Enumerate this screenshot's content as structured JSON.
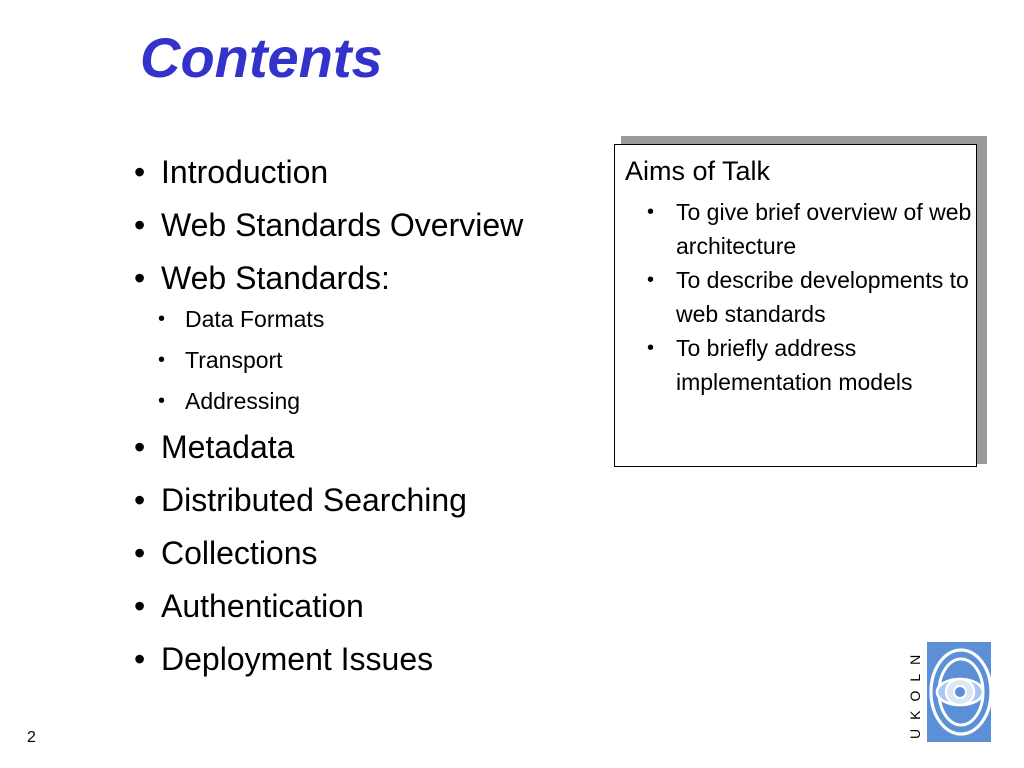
{
  "slide": {
    "title": "Contents",
    "page_number": "2"
  },
  "contents": {
    "items": [
      "Introduction",
      "Web Standards Overview",
      "Web Standards:",
      "Metadata",
      "Distributed Searching",
      "Collections",
      "Authentication",
      "Deployment Issues"
    ],
    "web_standards_subitems": [
      "Data Formats",
      "Transport",
      "Addressing"
    ]
  },
  "aims_box": {
    "title": "Aims of Talk",
    "items": [
      "To give brief overview of web architecture",
      "To describe developments to web standards",
      "To briefly address implementation models"
    ]
  },
  "logo": {
    "text": "UKOLN",
    "colors": {
      "outer": "#5b8fd6",
      "mid": "#a9c8ef",
      "light": "#d8e6f7"
    }
  },
  "colors": {
    "title": "#3333cc",
    "box_shadow": "#999999"
  },
  "bullet_glyph": "•"
}
